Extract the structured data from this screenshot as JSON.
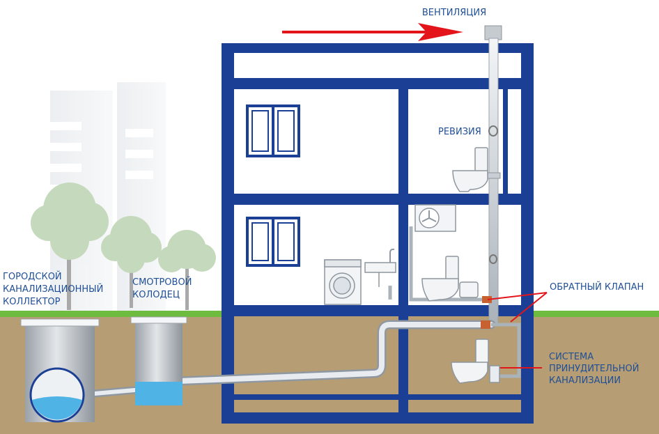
{
  "labels": {
    "ventilation": "ВЕНТИЛЯЦИЯ",
    "revision": "РЕВИЗИЯ",
    "check_valve": "ОБРАТНЫЙ КЛАПАН",
    "forced_system": [
      "СИСТЕМА",
      "ПРИНУДИТЕЛЬНОЙ",
      "КАНАЛИЗАЦИИ"
    ],
    "city_collector": [
      "ГОРОДСКОЙ",
      "КАНАЛИЗАЦИОННЫЙ",
      "КОЛЛЕКТОР"
    ],
    "inspection_well": [
      "СМОТРОВОЙ",
      "КОЛОДЕЦ"
    ]
  },
  "colors": {
    "frame": "#1a3f94",
    "label": "#1f4f96",
    "arrow": "#e3151a",
    "ground": "#b79d73",
    "grass": "#6dbb3f",
    "water": "#4fb3e6",
    "pipe": "#dde3ea",
    "tree": "#c5d9bd"
  }
}
